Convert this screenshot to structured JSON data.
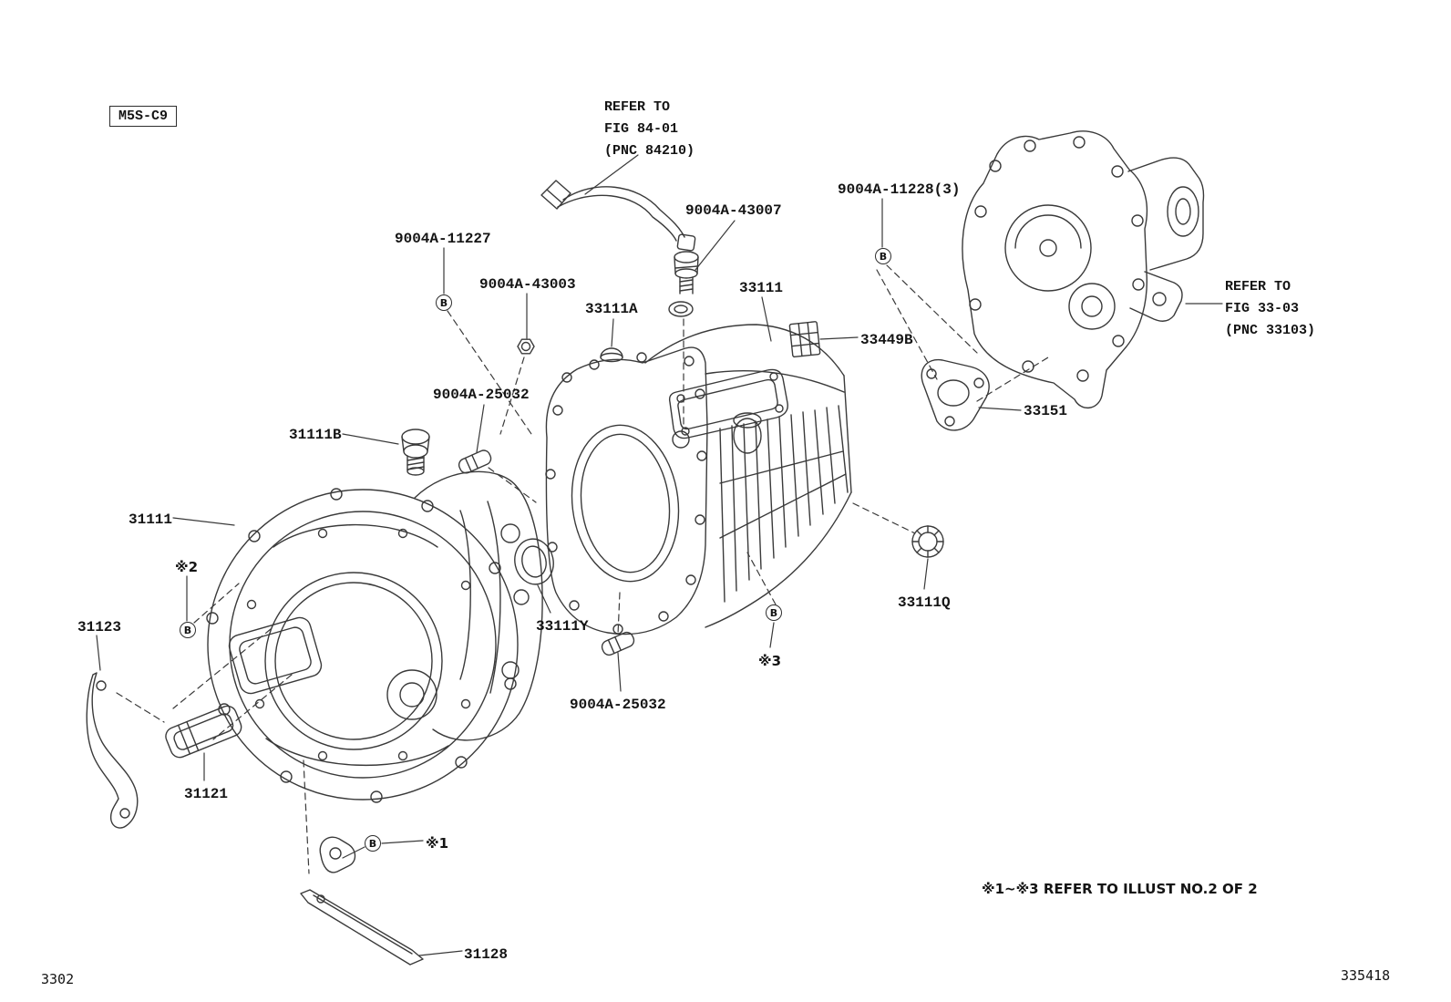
{
  "doc": {
    "model_code": "M5S-C9",
    "page_number_left": "3302",
    "page_number_right": "335418",
    "footnote": "※1~※3 REFER TO ILLUST NO.2 OF 2"
  },
  "references": {
    "fig_84": "REFER TO\nFIG 84-01\n(PNC 84210)",
    "fig_33": "REFER TO\nFIG 33-03\n(PNC 33103)"
  },
  "callouts": {
    "c9004a_43007": "9004A-43007",
    "c9004a_11228": "9004A-11228(3)",
    "c9004a_11227": "9004A-11227",
    "c9004a_43003": "9004A-43003",
    "c33111a": "33111A",
    "c33111_case": "33111",
    "c33449b": "33449B",
    "c33151": "33151",
    "c9004a_25032_upper": "9004A-25032",
    "c31111b": "31111B",
    "c31111_housing": "31111",
    "c31123": "31123",
    "c33111y": "33111Y",
    "c33111q": "33111Q",
    "c9004a_25032_lower": "9004A-25032",
    "c31121": "31121",
    "c31128": "31128"
  },
  "markers": {
    "b": "B",
    "note1": "※1",
    "note2": "※2",
    "note3": "※3"
  }
}
